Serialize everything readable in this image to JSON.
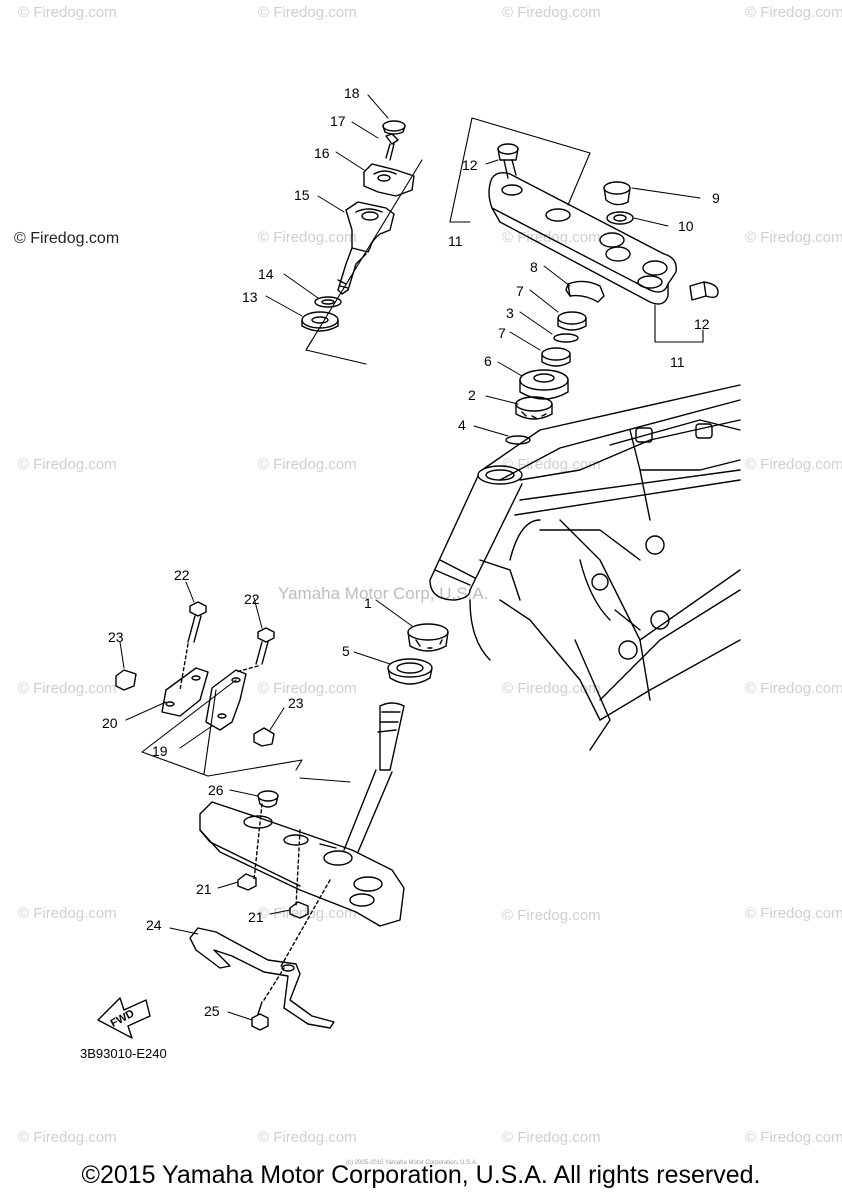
{
  "watermark": {
    "text": "© Firedog.com"
  },
  "side_watermark": "© Firedog.com",
  "center_watermark": "Yamaha Motor Corp, U.S.A.",
  "diagram_code": "3B93010-E240",
  "fwd_label": "FWD",
  "tiny_notice": "(c) 2005-2015 Yamaha Motor Corporation, U.S.A.",
  "copyright": "©2015 Yamaha Motor Corporation, U.S.A. All rights reserved.",
  "callouts": [
    "1",
    "2",
    "3",
    "4",
    "5",
    "6",
    "7",
    "7",
    "8",
    "9",
    "10",
    "11",
    "11",
    "12",
    "12",
    "13",
    "14",
    "15",
    "16",
    "17",
    "18",
    "19",
    "20",
    "21",
    "21",
    "22",
    "22",
    "23",
    "23",
    "24",
    "25",
    "26"
  ]
}
